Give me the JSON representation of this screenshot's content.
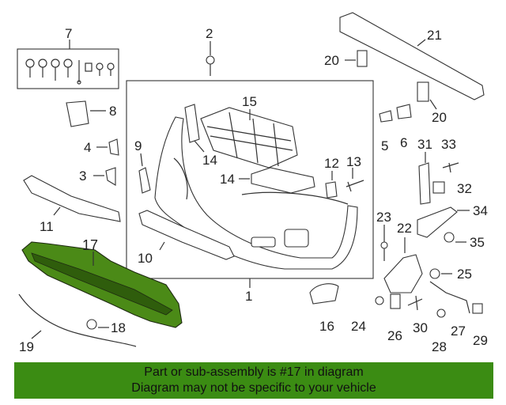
{
  "diagram": {
    "callouts": [
      "1",
      "2",
      "3",
      "4",
      "5",
      "6",
      "7",
      "8",
      "9",
      "10",
      "11",
      "12",
      "13",
      "14",
      "14",
      "15",
      "16",
      "17",
      "18",
      "19",
      "20",
      "20",
      "21",
      "22",
      "23",
      "24",
      "25",
      "26",
      "27",
      "28",
      "29",
      "30",
      "31",
      "32",
      "33",
      "34",
      "35"
    ],
    "highlighted_part": "17"
  },
  "banner": {
    "line1": "Part or sub-assembly is #17 in diagram",
    "line2": "Diagram may not be specific to your vehicle",
    "background": "#3b8c13"
  }
}
